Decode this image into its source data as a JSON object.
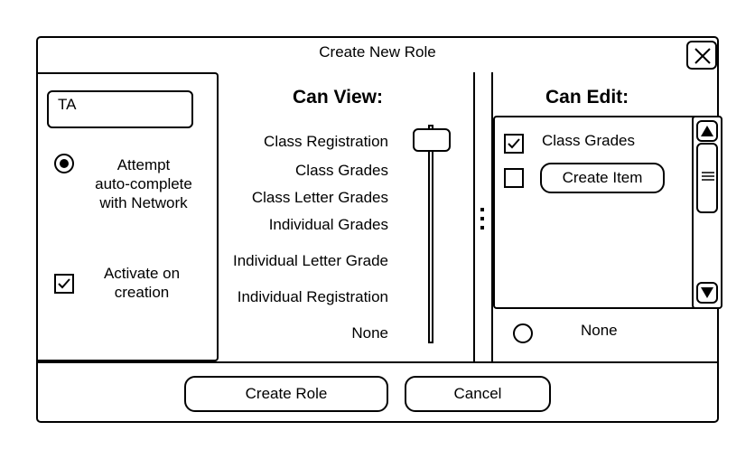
{
  "dialog": {
    "title": "Create New Role",
    "close_icon": "close-icon"
  },
  "role": {
    "name_value": "TA"
  },
  "options": {
    "autocomplete_label": "Attempt\nauto-complete\nwith Network",
    "autocomplete_selected": true,
    "activate_label": "Activate on\ncreation",
    "activate_checked": true
  },
  "can_view": {
    "heading": "Can View:",
    "levels": [
      "Class Registration",
      "Class Grades",
      "Class Letter Grades",
      "Individual Grades",
      "Individual Letter Grade",
      "Individual Registration",
      "None"
    ],
    "selected_level": "Class Registration"
  },
  "can_edit": {
    "heading": "Can Edit:",
    "items": [
      {
        "label": "Class Grades",
        "checked": true
      }
    ],
    "create_item_label": "Create Item",
    "none_label": "None",
    "none_selected": false
  },
  "buttons": {
    "create_role": "Create Role",
    "cancel": "Cancel"
  }
}
